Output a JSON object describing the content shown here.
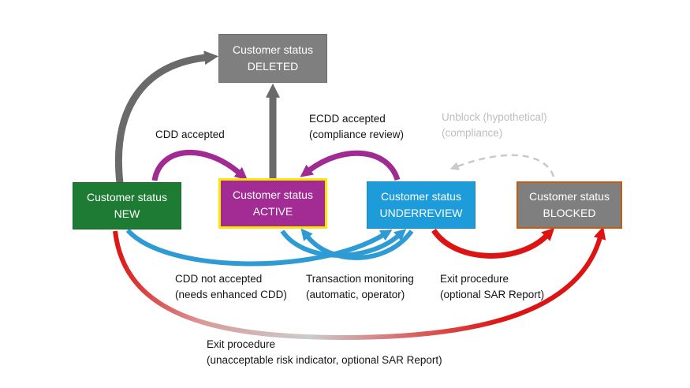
{
  "diagram": {
    "type": "state-machine-flowchart",
    "background": "#ffffff",
    "nodes": [
      {
        "id": "deleted",
        "line1": "Customer status",
        "line2": "DELETED",
        "fill": "#7f7f7f",
        "border": "#6e6e6e"
      },
      {
        "id": "new",
        "line1": "Customer status",
        "line2": "NEW",
        "fill": "#1e7b34",
        "border": "#19692c"
      },
      {
        "id": "active",
        "line1": "Customer status",
        "line2": "ACTIVE",
        "fill": "#a22b94",
        "border": "#ffe500"
      },
      {
        "id": "underreview",
        "line1": "Customer status",
        "line2": "UNDERREVIEW",
        "fill": "#1d9cd9",
        "border": "#1a8bc2"
      },
      {
        "id": "blocked",
        "line1": "Customer status",
        "line2": "BLOCKED",
        "fill": "#7f7f7f",
        "border": "#c55a11"
      }
    ],
    "edge_labels": [
      {
        "id": "cdd-accepted",
        "lines": [
          "CDD accepted"
        ]
      },
      {
        "id": "ecdd-accepted",
        "lines": [
          "ECDD accepted",
          "(compliance review)"
        ]
      },
      {
        "id": "unblock",
        "lines": [
          "Unblock (hypothetical)",
          "(compliance)"
        ]
      },
      {
        "id": "cdd-not-accepted",
        "lines": [
          "CDD not accepted",
          "(needs enhanced CDD)"
        ]
      },
      {
        "id": "transaction-monitoring",
        "lines": [
          "Transaction monitoring",
          "(automatic, operator)"
        ]
      },
      {
        "id": "exit-procedure",
        "lines": [
          "Exit procedure",
          "(optional SAR Report)"
        ]
      },
      {
        "id": "exit-procedure-long",
        "lines": [
          "Exit procedure",
          "(unacceptable risk indicator, optional SAR Report)"
        ]
      }
    ],
    "edges": [
      {
        "from": "NEW",
        "to": "DELETED",
        "style": "solid",
        "color": "#6a6a6a",
        "label": ""
      },
      {
        "from": "ACTIVE",
        "to": "DELETED",
        "style": "solid",
        "color": "#6a6a6a",
        "label": ""
      },
      {
        "from": "NEW",
        "to": "ACTIVE",
        "style": "solid",
        "color": "#a02b93",
        "label": "CDD accepted"
      },
      {
        "from": "UNDERREVIEW",
        "to": "ACTIVE",
        "style": "solid",
        "color": "#a02b93",
        "label": "ECDD accepted (compliance review)"
      },
      {
        "from": "BLOCKED",
        "to": "UNDERREVIEW",
        "style": "dashed",
        "color": "#c9c9c9",
        "label": "Unblock (hypothetical) (compliance)"
      },
      {
        "from": "NEW",
        "to": "UNDERREVIEW",
        "style": "solid",
        "color": "#2e9bd5",
        "label": "CDD not accepted (needs enhanced CDD)"
      },
      {
        "from": "ACTIVE",
        "to": "UNDERREVIEW",
        "style": "solid",
        "color": "#2e9bd5",
        "label": "Transaction monitoring (automatic, operator)"
      },
      {
        "from": "UNDERREVIEW",
        "to": "ACTIVE",
        "style": "solid",
        "color": "#2e9bd5",
        "label": "Transaction monitoring (automatic, operator)"
      },
      {
        "from": "UNDERREVIEW",
        "to": "BLOCKED",
        "style": "solid",
        "color": "#dd1414",
        "label": "Exit procedure (optional SAR Report)"
      },
      {
        "from": "NEW",
        "to": "BLOCKED",
        "style": "solid",
        "color": "gradient #dd1414 -> #cccccc -> #dd1414",
        "label": "Exit procedure (unacceptable risk indicator, optional SAR Report)"
      }
    ],
    "colors": {
      "arrow_gray": "#6a6a6a",
      "arrow_purple": "#a02b93",
      "arrow_blue": "#2e9bd5",
      "arrow_red": "#dd1414",
      "arrow_light": "#c9c9c9",
      "label_text": "#141414",
      "label_gray": "#bdbdbd"
    }
  }
}
